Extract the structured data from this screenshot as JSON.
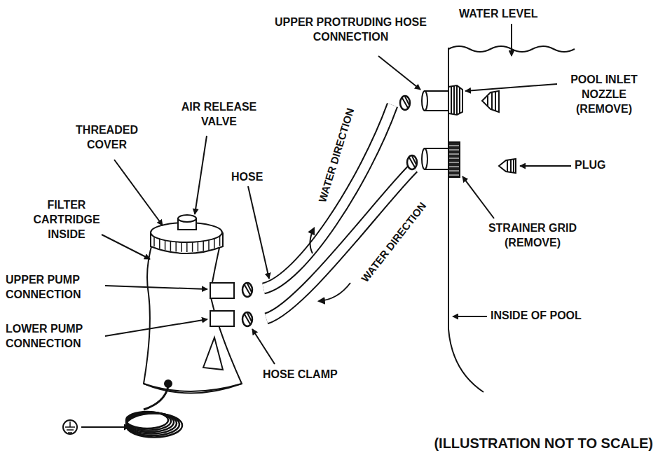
{
  "diagram": {
    "caption": "(ILLUSTRATION NOT TO SCALE)",
    "labels": [
      "WATER LEVEL",
      "UPPER PROTRUDING HOSE CONNECTION",
      "POOL INLET NOZZLE (REMOVE)",
      "THREADED COVER",
      "AIR RELEASE VALVE",
      "FILTER CARTRIDGE INSIDE",
      "HOSE",
      "WATER DIRECTION",
      "WATER DIRECTION",
      "PLUG",
      "STRAINER GRID (REMOVE)",
      "UPPER PUMP CONNECTION",
      "LOWER PUMP CONNECTION",
      "INSIDE OF POOL",
      "HOSE CLAMP"
    ]
  }
}
